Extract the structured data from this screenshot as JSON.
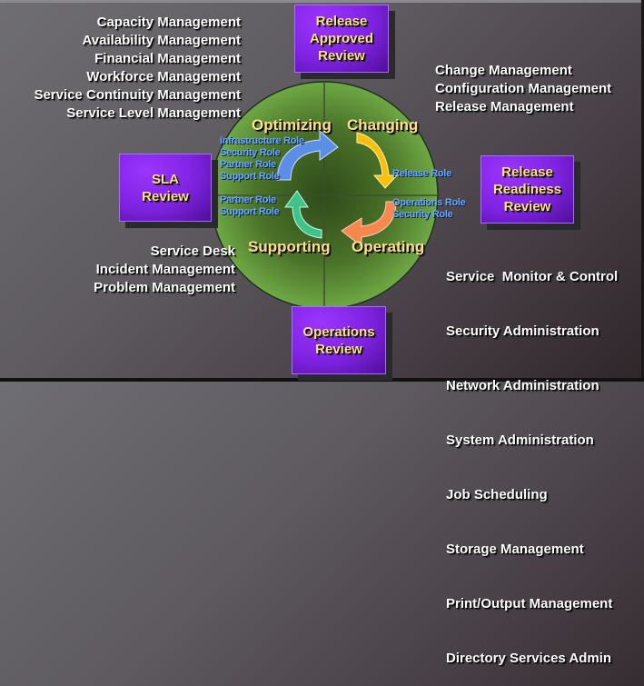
{
  "diagram": {
    "reviews": {
      "release_approved": [
        "Release",
        "Approved",
        "Review"
      ],
      "sla": [
        "SLA",
        "Review"
      ],
      "release_readiness": [
        "Release",
        "Readiness",
        "Review"
      ],
      "operations": [
        "Operations",
        "Review"
      ]
    },
    "phases": {
      "optimizing": "Optimizing",
      "changing": "Changing",
      "operating": "Operating",
      "supporting": "Supporting"
    },
    "roles": {
      "optimizing": [
        "Infrastructure Role",
        "Security Role",
        "Partner Role",
        "Support Role"
      ],
      "changing": [
        "Release Role"
      ],
      "operating": [
        "Operations Role",
        "Security Role"
      ],
      "supporting": [
        "Partner Role",
        "Support Role"
      ]
    },
    "functions": {
      "optimizing": [
        "Capacity Management",
        "Availability Management",
        "Financial Management",
        "Workforce Management",
        "Service Continuity Management",
        "Service Level Management"
      ],
      "changing": [
        "Change Management",
        "Configuration Management",
        "Release Management"
      ],
      "operating": [
        "Service  Monitor & Control",
        "Security Administration",
        "Network Administration",
        "System Administration",
        "Job Scheduling",
        "Storage Management",
        "Print/Output Management",
        "Directory Services Admin"
      ],
      "supporting": [
        "Service Desk",
        "Incident Management",
        "Problem Management"
      ]
    },
    "colors": {
      "review_box": "#7d22e0",
      "phase_label": "#ffe08a",
      "role_label": "#6aa8ff",
      "circle": "#4e7a2c",
      "arrow_optimizing": "#5b8ee6",
      "arrow_changing": "#f7c00f",
      "arrow_operating": "#f5874f",
      "arrow_supporting": "#3ec48a"
    }
  }
}
